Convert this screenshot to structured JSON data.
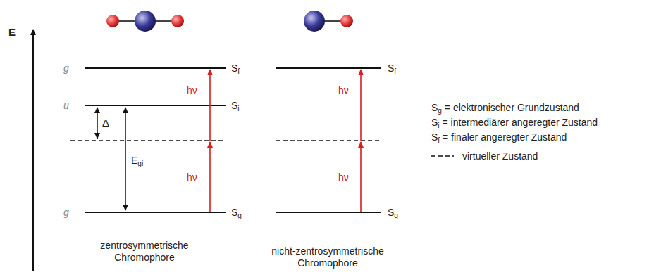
{
  "diagram": {
    "labels": [
      "E",
      "g",
      "u",
      "g",
      "Sf",
      "Si",
      "Sg",
      "Δ",
      "Egi",
      "hν",
      "hν",
      "Sf",
      "Sg",
      "hν",
      "hν",
      "zentrosymmetrische Chromophore",
      "nicht-zentrosymmetrische Chromophore",
      "Sg = elektronischer Grundzustand",
      "Si = intermediärer angeregter Zustand",
      "Sf = finaler angeregter Zustand"
    ],
    "legend": [
      {
        "text": "virtueller Zustand"
      }
    ]
  }
}
